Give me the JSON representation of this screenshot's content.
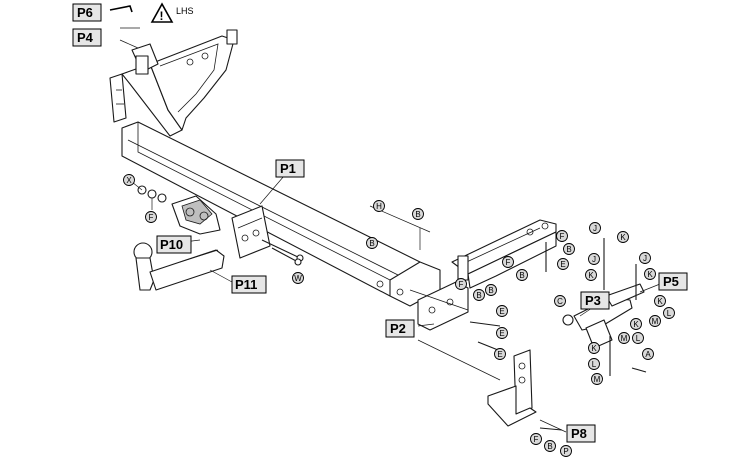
{
  "part_labels": [
    {
      "id": "P1",
      "text": "P1"
    },
    {
      "id": "P2",
      "text": "P2"
    },
    {
      "id": "P3",
      "text": "P3"
    },
    {
      "id": "P4",
      "text": "P4"
    },
    {
      "id": "P5",
      "text": "P5"
    },
    {
      "id": "P6",
      "text": "P6"
    },
    {
      "id": "P8",
      "text": "P8"
    },
    {
      "id": "P10",
      "text": "P10"
    },
    {
      "id": "P11",
      "text": "P11"
    }
  ],
  "warning": {
    "text": "LHS",
    "symbol": "!"
  },
  "callouts": [
    "X",
    "F",
    "H",
    "B",
    "B",
    "W",
    "F",
    "B",
    "B",
    "E",
    "E",
    "E",
    "F",
    "B",
    "F",
    "B",
    "E",
    "C",
    "J",
    "K",
    "J",
    "K",
    "J",
    "K",
    "K",
    "M",
    "L",
    "K",
    "M",
    "L",
    "K",
    "A",
    "L",
    "M",
    "F",
    "B",
    "P"
  ]
}
